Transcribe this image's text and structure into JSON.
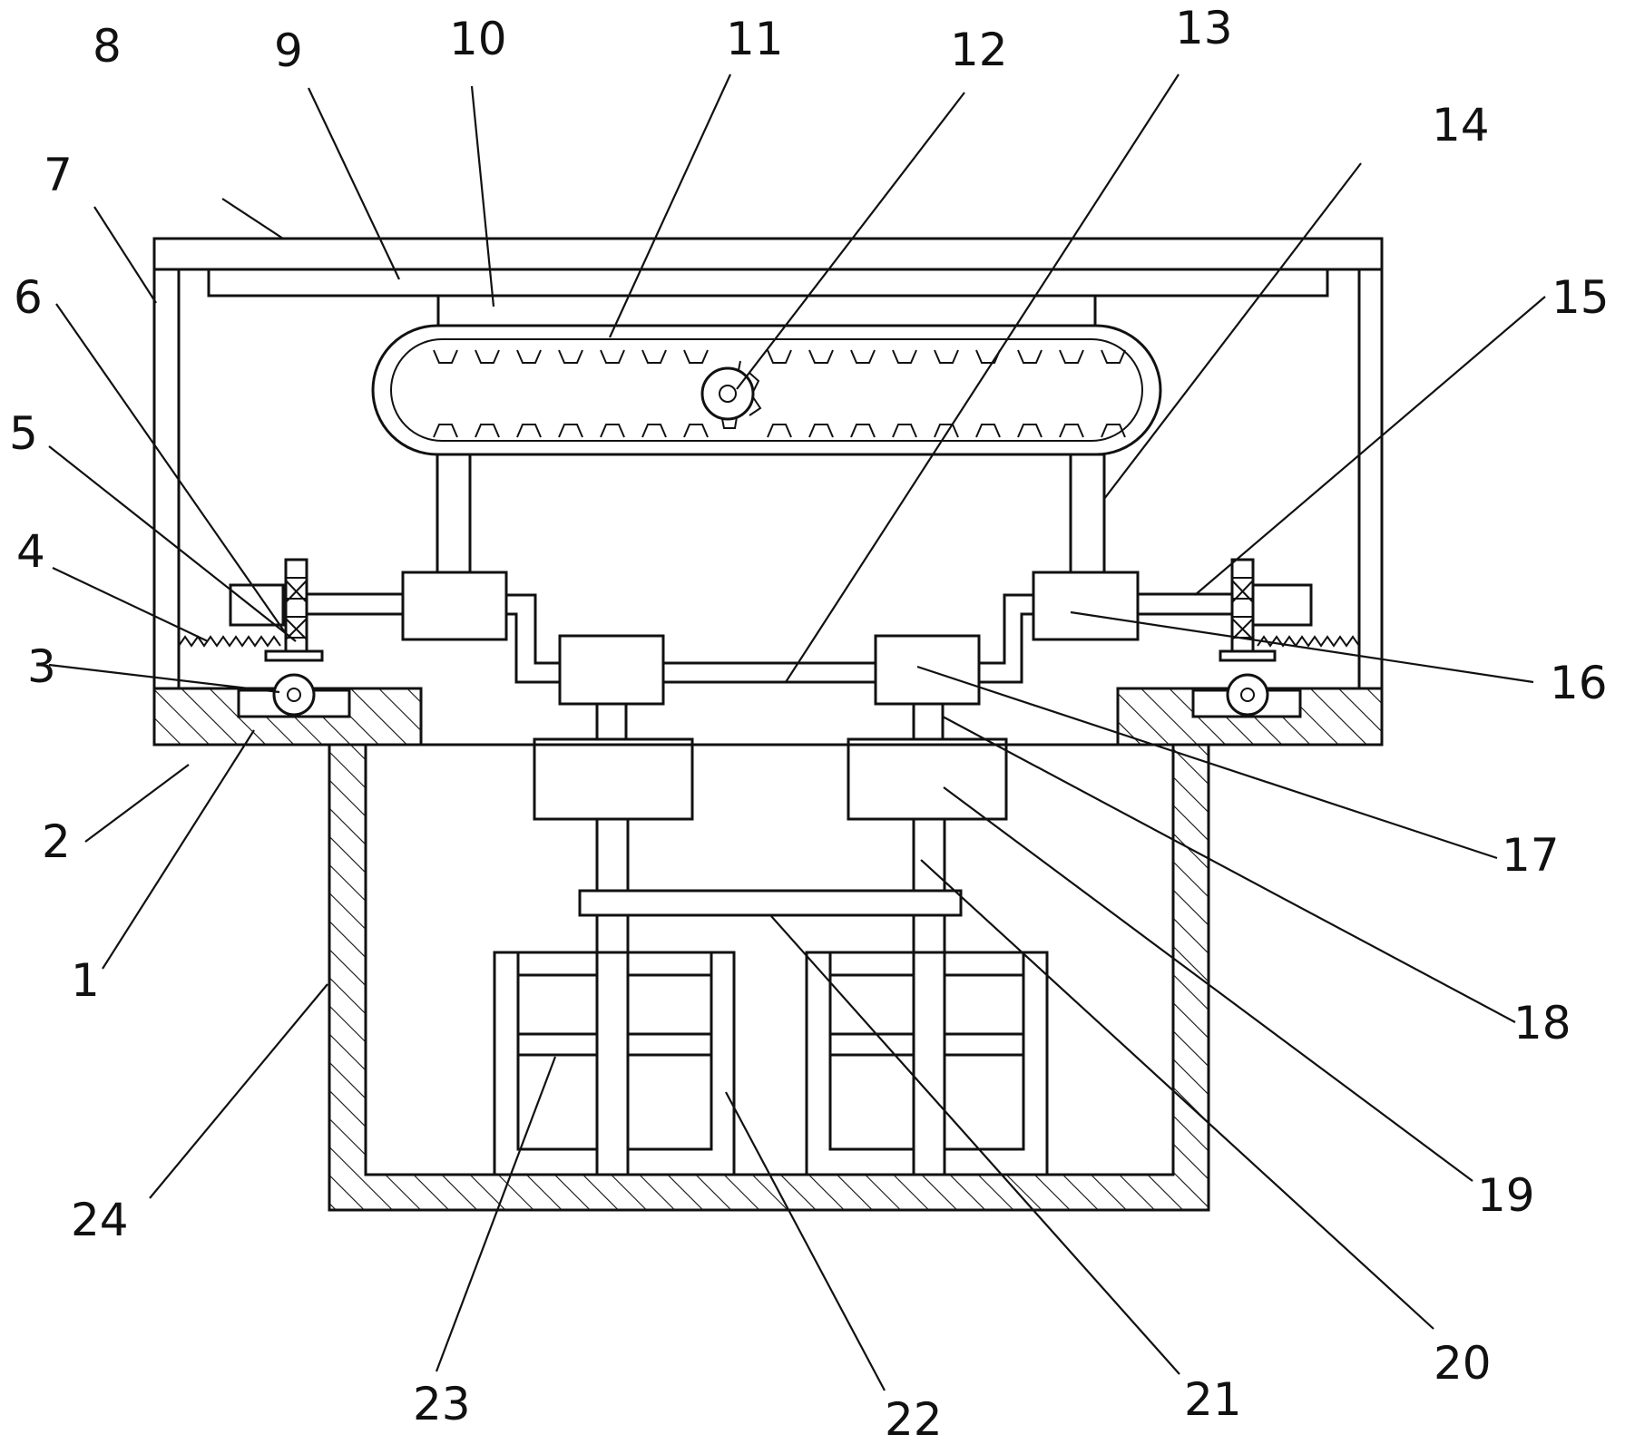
{
  "figure": {
    "labels": [
      "1",
      "2",
      "3",
      "4",
      "5",
      "6",
      "7",
      "8",
      "9",
      "10",
      "11",
      "12",
      "13",
      "14",
      "15",
      "16",
      "17",
      "18",
      "19",
      "20",
      "21",
      "22",
      "23",
      "24"
    ]
  }
}
